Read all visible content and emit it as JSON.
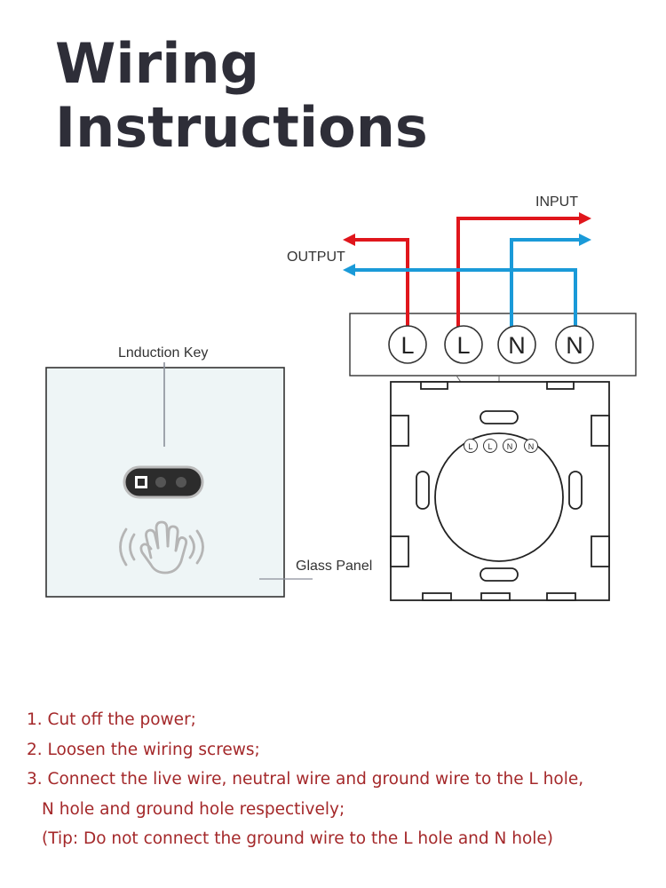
{
  "title": {
    "line1": "Wiring",
    "line2": "Instructions"
  },
  "labels": {
    "input": "INPUT",
    "output": "OUTPUT",
    "induction_key": "Lnduction Key",
    "glass_panel": "Glass Panel"
  },
  "terminals": [
    "L",
    "L",
    "N",
    "N"
  ],
  "inner_terminals": [
    "L",
    "L",
    "N",
    "N"
  ],
  "colors": {
    "live": "#e0161c",
    "neutral": "#1a9ad8",
    "text": "#a4282a",
    "title": "#2e2e38"
  },
  "instructions": {
    "step1": "1. Cut off the power;",
    "step2": "2. Loosen the wiring screws;",
    "step3": "3. Connect the live wire, neutral wire and ground wire to the L hole,",
    "step3b": "N hole and ground hole respectively;",
    "tip": "(Tip: Do not connect the ground wire to the L hole and N hole)"
  }
}
